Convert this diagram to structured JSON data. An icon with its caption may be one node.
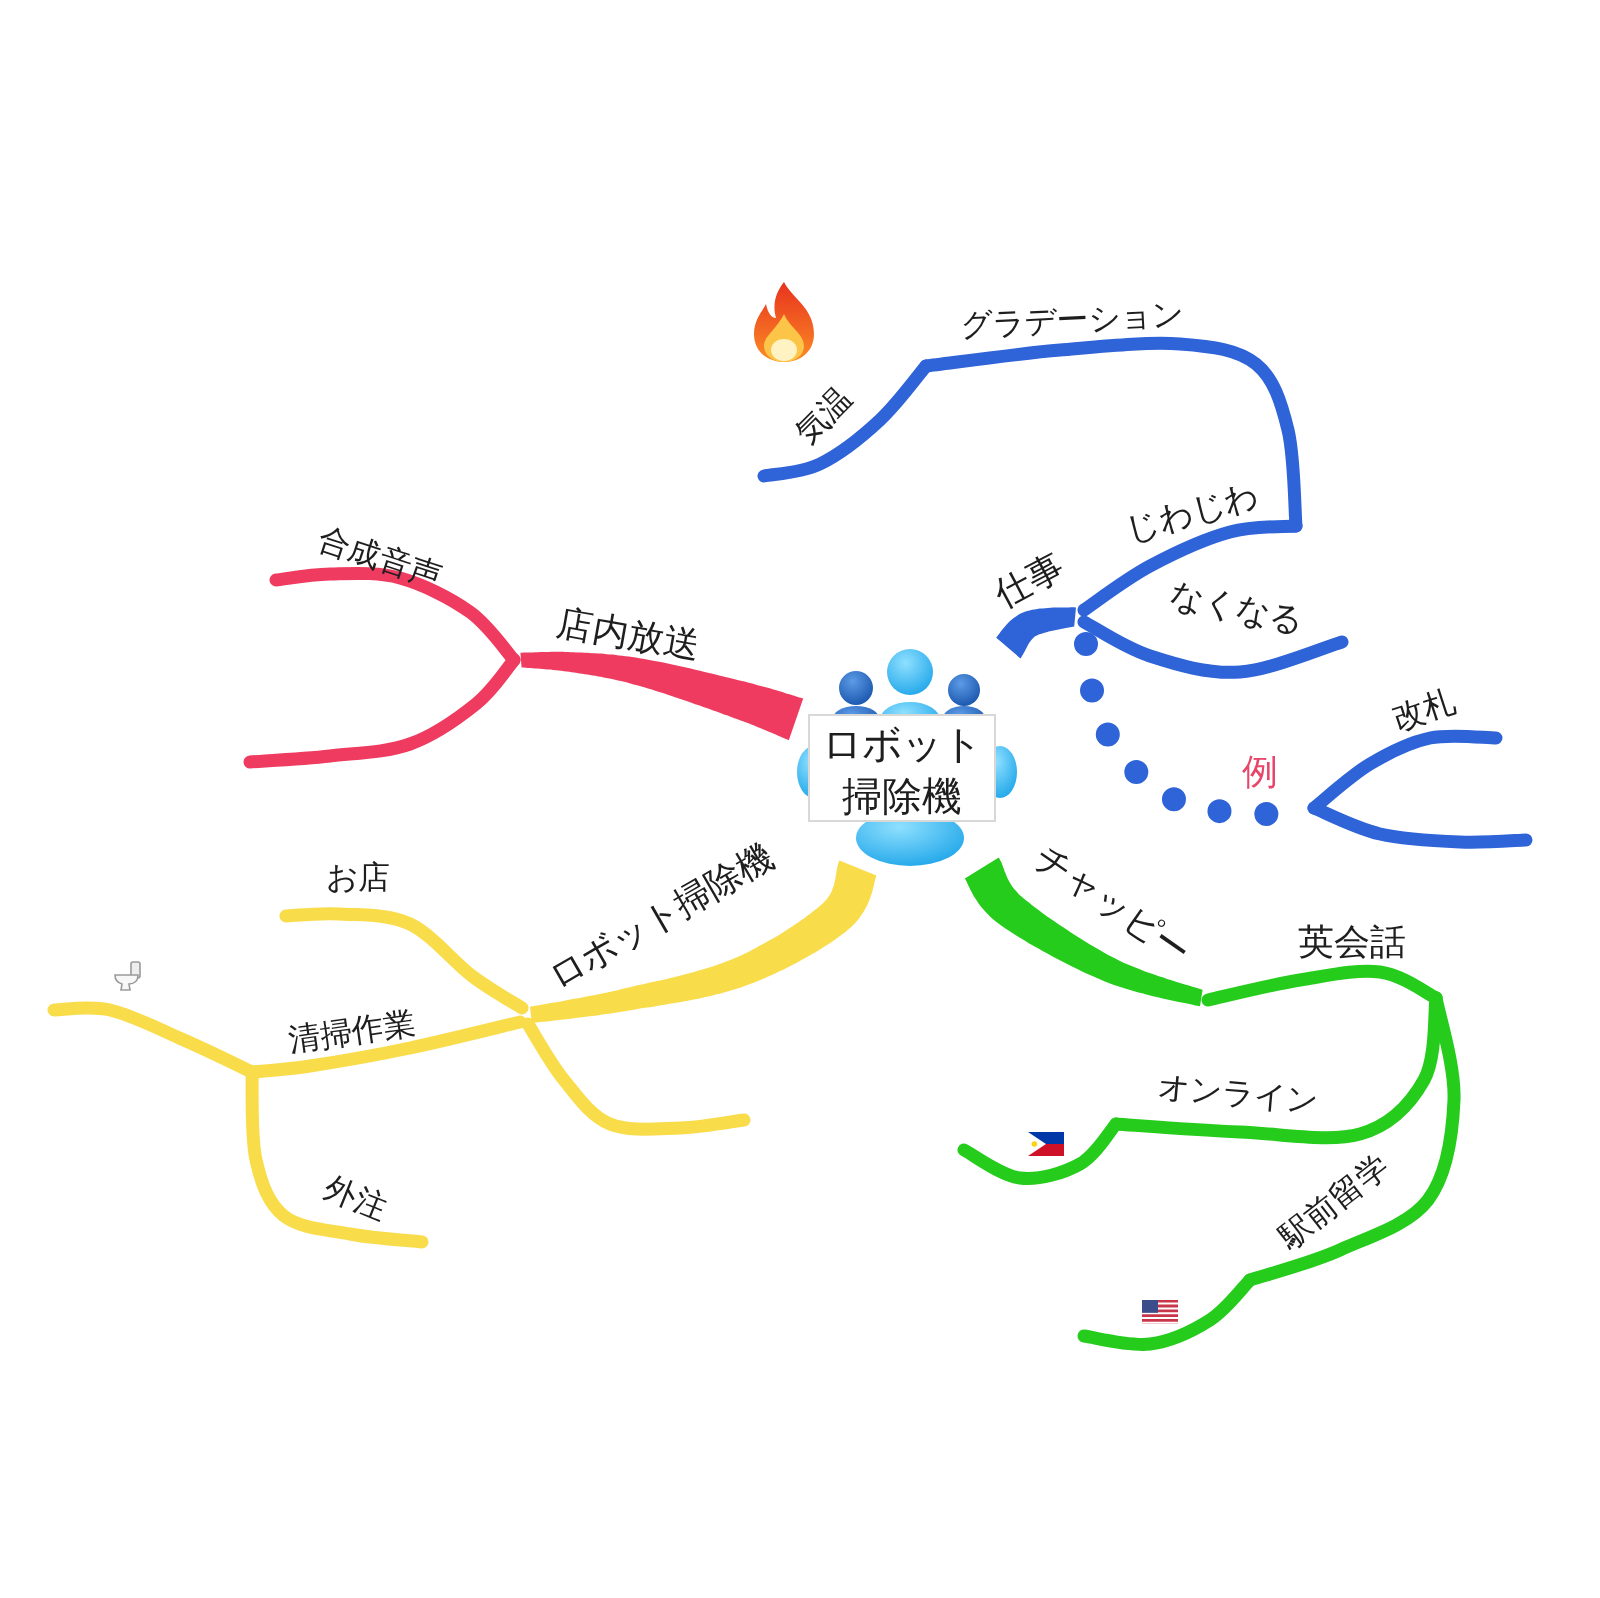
{
  "diagram": {
    "nodes": [
      {
        "text": [
          "ロボット掃除機"
        ]
      },
      {
        "text": [
          "店内放送"
        ]
      },
      {
        "text": [
          "合成音声"
        ]
      },
      {
        "text": [
          "仕事"
        ]
      },
      {
        "text": [
          "じわじわ"
        ]
      },
      {
        "text": [
          "グラデーション"
        ]
      },
      {
        "text": [
          "気温"
        ]
      },
      {
        "text": [
          "なくなる"
        ]
      },
      {
        "text": [
          "例"
        ]
      },
      {
        "text": [
          "改札"
        ]
      },
      {
        "text": [
          "ロボット掃除機"
        ]
      },
      {
        "text": [
          "お店"
        ]
      },
      {
        "text": [
          "清掃作業"
        ]
      },
      {
        "text": [
          "外注"
        ]
      },
      {
        "text": [
          "チャッピー"
        ]
      },
      {
        "text": [
          "英会話"
        ]
      },
      {
        "text": [
          "オンライン"
        ]
      },
      {
        "text": [
          "駅前留学"
        ]
      }
    ],
    "edges": [
      {
        "from": 0,
        "to": 1,
        "arrow": "none",
        "style": "thick",
        "color": "#ef3b5f"
      },
      {
        "from": 1,
        "to": 2,
        "arrow": "none",
        "color": "#ef3b5f"
      },
      {
        "from": 1,
        "to": null,
        "arrow": "none",
        "color": "#ef3b5f"
      },
      {
        "from": 0,
        "to": 3,
        "arrow": "none",
        "style": "thick"
      },
      {
        "from": 3,
        "to": 4,
        "arrow": "none"
      },
      {
        "from": 4,
        "to": 5,
        "arrow": "none"
      },
      {
        "from": 5,
        "to": 6,
        "arrow": "none"
      },
      {
        "from": 3,
        "to": 7,
        "arrow": "none"
      },
      {
        "from": 3,
        "to": 8,
        "arrow": "none",
        "style": "dashed"
      },
      {
        "from": 8,
        "to": 9,
        "arrow": "none"
      },
      {
        "from": 8,
        "to": null,
        "arrow": "none"
      },
      {
        "from": 0,
        "to": 10,
        "arrow": "none",
        "style": "thick",
        "color": "#f9dc4a"
      },
      {
        "from": 10,
        "to": 11,
        "arrow": "none",
        "color": "#f9dc4a"
      },
      {
        "from": 10,
        "to": 12,
        "arrow": "none",
        "color": "#f9dc4a"
      },
      {
        "from": 12,
        "to": 13,
        "arrow": "none",
        "color": "#f9dc4a"
      },
      {
        "from": 12,
        "to": null,
        "arrow": "none",
        "color": "#f9dc4a"
      },
      {
        "from": 10,
        "to": null,
        "arrow": "none",
        "color": "#f9dc4a"
      },
      {
        "from": 0,
        "to": 14,
        "arrow": "none",
        "style": "thick",
        "color": "#25cc1c"
      },
      {
        "from": 14,
        "to": 15,
        "arrow": "none",
        "color": "#25cc1c"
      },
      {
        "from": 15,
        "to": 16,
        "arrow": "none",
        "color": "#25cc1c"
      },
      {
        "from": 16,
        "to": null,
        "arrow": "none",
        "color": "#25cc1c"
      },
      {
        "from": 15,
        "to": 17,
        "arrow": "none",
        "color": "#25cc1c"
      },
      {
        "from": 17,
        "to": null,
        "arrow": "none",
        "color": "#25cc1c"
      }
    ]
  }
}
